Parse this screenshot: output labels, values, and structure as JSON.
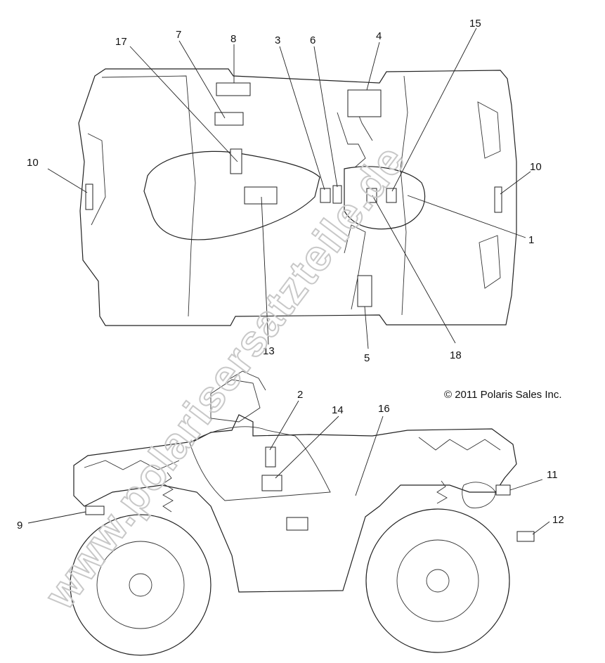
{
  "copyright": "© 2011 Polaris Sales Inc.",
  "watermark": "www.polarisersatzteile.de",
  "callouts": {
    "c1": "1",
    "c2": "2",
    "c3": "3",
    "c4": "4",
    "c5": "5",
    "c6": "6",
    "c7": "7",
    "c8": "8",
    "c9": "9",
    "c10a": "10",
    "c10b": "10",
    "c11": "11",
    "c12": "12",
    "c13": "13",
    "c14": "14",
    "c15": "15",
    "c16": "16",
    "c17": "17",
    "c18": "18"
  }
}
